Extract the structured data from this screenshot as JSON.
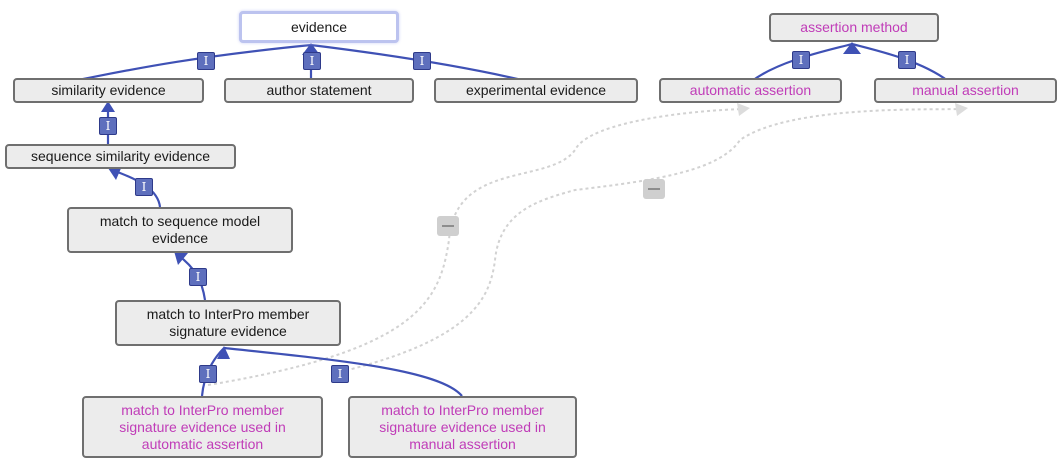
{
  "diagram": {
    "nodes": {
      "evidence": "evidence",
      "assertion_method": "assertion method",
      "similarity_evidence": "similarity evidence",
      "author_statement": "author statement",
      "experimental_evidence": "experimental evidence",
      "automatic_assertion": "automatic assertion",
      "manual_assertion": "manual assertion",
      "sequence_similarity_evidence": "sequence similarity evidence",
      "match_seq_model_line1": "match to sequence model",
      "match_seq_model_line2": "evidence",
      "interpro_line1": "match to InterPro member",
      "interpro_line2": "signature evidence",
      "interpro_auto_line1": "match to InterPro member",
      "interpro_auto_line2": "signature evidence used in",
      "interpro_auto_line3": "automatic assertion",
      "interpro_manual_line1": "match to InterPro member",
      "interpro_manual_line2": "signature evidence used in",
      "interpro_manual_line3": "manual assertion"
    },
    "edge_label": "I",
    "colors": {
      "class_edge": "#3f51b5",
      "badge_fill": "#5e6fbd",
      "property_edge": "#cfcfcf",
      "individual_text": "#c03cb8"
    }
  }
}
